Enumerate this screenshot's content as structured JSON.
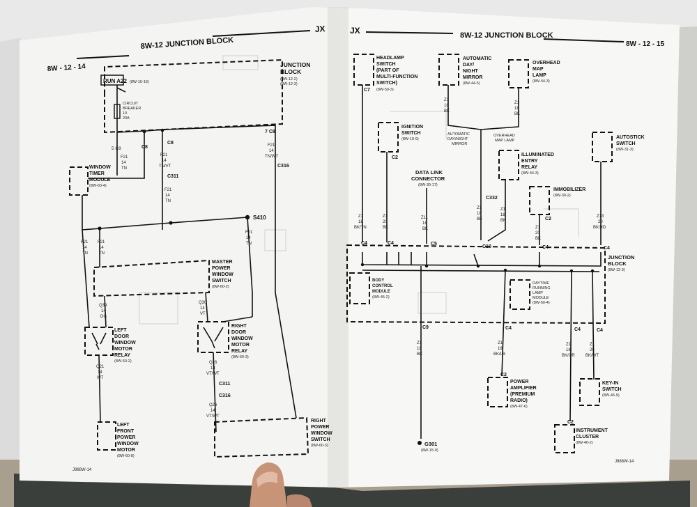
{
  "left_page": {
    "header_title": "8W-12 JUNCTION BLOCK",
    "header_tag": "JX",
    "page_number": "8W - 12 - 14",
    "footer_code": "J988W-14",
    "labels": {
      "run": "RUN A22",
      "run_ref": "(8W-10-16)",
      "jb_1": "JUNCTION",
      "jb_2": "BLOCK",
      "jb_3": "(8W-12-2)",
      "jb_4": "(8W-12-3)",
      "cb_1": "CIRCUIT",
      "cb_2": "BREAKER",
      "cb_3": "10",
      "cb_4": "20A",
      "c8_a": "5  C8",
      "c8_b": "C8",
      "c8_c": "C8",
      "c8_d": "7  C8",
      "w_f21_14_tn": "F21",
      "w_14": "14",
      "w_tn": "TN",
      "w_tnvt": "TN/VT",
      "w_tnwt": "TN/WT",
      "c311": "C311",
      "c316": "C316",
      "s410": "S410",
      "wtm_1": "WINDOW",
      "wtm_2": "TIMER",
      "wtm_3": "MODULE",
      "wtm_4": "(8W-60-4)",
      "mpws_1": "MASTER",
      "mpws_2": "POWER",
      "mpws_3": "WINDOW",
      "mpws_4": "SWITCH",
      "mpws_5": "(8W-60-2)",
      "q39": "Q39",
      "dg": "DG",
      "q30": "Q30",
      "vt": "VT",
      "ld_1": "LEFT",
      "ld_2": "DOOR",
      "ld_3": "WINDOW",
      "ld_4": "MOTOR",
      "ld_5": "RELAY",
      "ld_6": "(8W-60-2)",
      "rd_1": "RIGHT",
      "rd_2": "DOOR",
      "rd_3": "WINDOW",
      "rd_4": "MOTOR",
      "rd_5": "RELAY",
      "rd_6": "(8W-60-3)",
      "q21": "Q21",
      "wt": "WT",
      "q26": "Q26",
      "vtwt": "VT/WT",
      "lf_1": "LEFT",
      "lf_2": "FRONT",
      "lf_3": "POWER",
      "lf_4": "WINDOW",
      "lf_5": "MOTOR",
      "lf_6": "(8W-60-8)",
      "rp_1": "RIGHT",
      "rp_2": "POWER",
      "rp_3": "WINDOW",
      "rp_4": "SWITCH",
      "rp_5": "(8W-60-3)"
    }
  },
  "right_page": {
    "header_tag": "JX",
    "header_title": "8W-12 JUNCTION BLOCK",
    "page_number": "8W - 12 - 15",
    "footer_code": "J988W-14",
    "labels": {
      "hl_1": "HEADLAMP",
      "hl_2": "SWITCH",
      "hl_3": "(PART OF",
      "hl_4": "MULTI-FUNCTION",
      "hl_5": "SWITCH)",
      "hl_6": "(8W-50-3)",
      "adn_1": "AUTOMATIC",
      "adn_2": "DAY/",
      "adn_3": "NIGHT",
      "adn_4": "MIRROR",
      "adn_5": "(8W-44-5)",
      "om_1": "OVERHEAD",
      "om_2": "MAP",
      "om_3": "LAMP",
      "om_4": "(8W-44-3)",
      "splice_1": "AUTOMATIC",
      "splice_2": "DAY/NIGHT",
      "splice_3": "MIRROR",
      "splice_4": "OVERHEAD",
      "splice_5": "MAP LAMP",
      "ig_1": "IGNITION",
      "ig_2": "SWITCH",
      "ig_3": "(8W-10-9)",
      "as_1": "AUTOSTICK",
      "as_2": "SWITCH",
      "as_3": "(8W-31-3)",
      "ie_1": "ILLUMINATED",
      "ie_2": "ENTRY",
      "ie_3": "RELAY",
      "ie_4": "(8W-44-3)",
      "dl_1": "DATA LINK",
      "dl_2": "CONNECTOR",
      "dl_3": "(8W-30-17)",
      "c332": "C332",
      "imm_1": "IMMOBILIZER",
      "imm_2": "(8W-39-2)",
      "c7": "C7",
      "c2": "C2",
      "z1": "Z1",
      "z11": "Z11",
      "z13": "Z13",
      "n18": "18",
      "n20": "20",
      "bktn": "BK/TN",
      "bk": "BK",
      "bkrd": "BK/RD",
      "bklb": "BK/LB",
      "bkor": "BK/OR",
      "bkwt": "BK/WT",
      "c4": "C4",
      "c5": "C5",
      "c10": "C10",
      "c9": "C9",
      "jb_1": "JUNCTION",
      "jb_2": "BLOCK",
      "jb_3": "(8W-12-3)",
      "bcm_1": "BODY",
      "bcm_2": "CONTROL",
      "bcm_3": "MODULE",
      "bcm_4": "(8W-45-2)",
      "drl_1": "DAYTIME",
      "drl_2": "RUNNING",
      "drl_3": "LAMP",
      "drl_4": "MODULE",
      "drl_5": "(8W-50-4)",
      "pa_1": "POWER",
      "pa_2": "AMPLIFIER",
      "pa_3": "(PREMIUM",
      "pa_4": "RADIO)",
      "pa_5": "(8W-47-6)",
      "ki_1": "KEY-IN",
      "ki_2": "SWITCH",
      "ki_3": "(8W-45-9)",
      "ic_1": "INSTRUMENT",
      "ic_2": "CLUSTER",
      "ic_3": "(8W-40-2)",
      "g301": "G301",
      "g301_ref": "(8W-15-9)"
    }
  },
  "colors": {
    "desk": "#e9e9e9",
    "paper_left": "#f4f4f2",
    "paper_right": "#f7f7f5",
    "ink": "#111111",
    "ghost_ink": "#c9c9c9"
  }
}
